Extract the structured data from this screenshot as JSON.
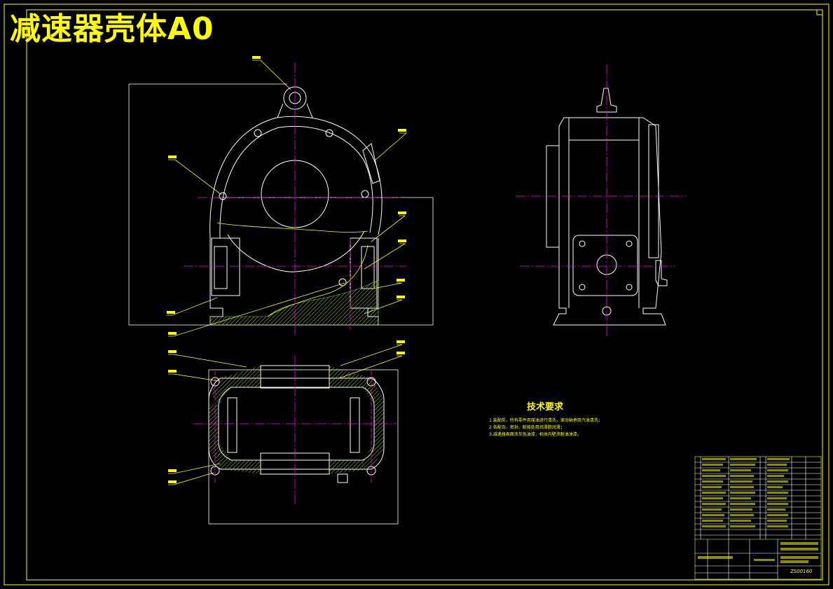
{
  "drawing": {
    "title": "减速器壳体A0",
    "technical_requirements_title": "技术要求",
    "notes": [
      "1.装配前，所有零件用煤油进行清洗，滚动轴承用汽油清洗；",
      "2.各配合、密封、联接处用润滑脂润滑；",
      "3.减速器表面涂灰色油漆，机体内壁涂耐油油漆。"
    ],
    "drawing_number": "ZS00160",
    "line_color": "#ffffff",
    "center_line_color": "#ff00ff",
    "leader_color": "#ffff00",
    "hatch_color": "#9acd32",
    "frame_color": "#ffff00"
  }
}
